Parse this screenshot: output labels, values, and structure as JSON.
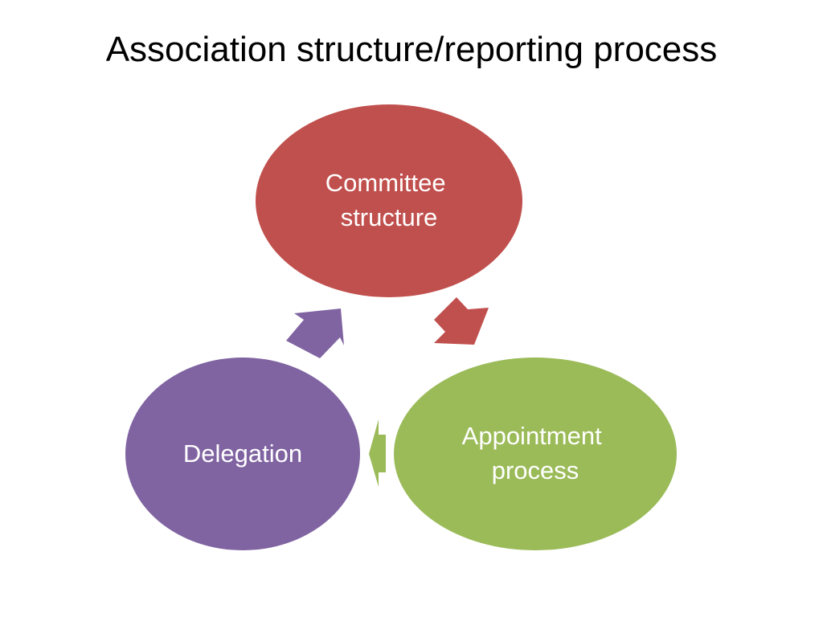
{
  "slide": {
    "title": "Association structure/reporting process"
  },
  "diagram": {
    "nodes": [
      {
        "id": "committee",
        "lines": [
          "Committee",
          "structure"
        ],
        "color": "#C0504D"
      },
      {
        "id": "appointment",
        "lines": [
          "Appointment",
          "process"
        ],
        "color": "#9BBB59"
      },
      {
        "id": "delegation",
        "lines": [
          "Delegation"
        ],
        "color": "#8064A2"
      }
    ],
    "arrows": [
      {
        "from": "committee",
        "to": "appointment",
        "color": "#C0504D"
      },
      {
        "from": "appointment",
        "to": "delegation",
        "color": "#9BBB59"
      },
      {
        "from": "delegation",
        "to": "committee",
        "color": "#8064A2"
      }
    ]
  }
}
